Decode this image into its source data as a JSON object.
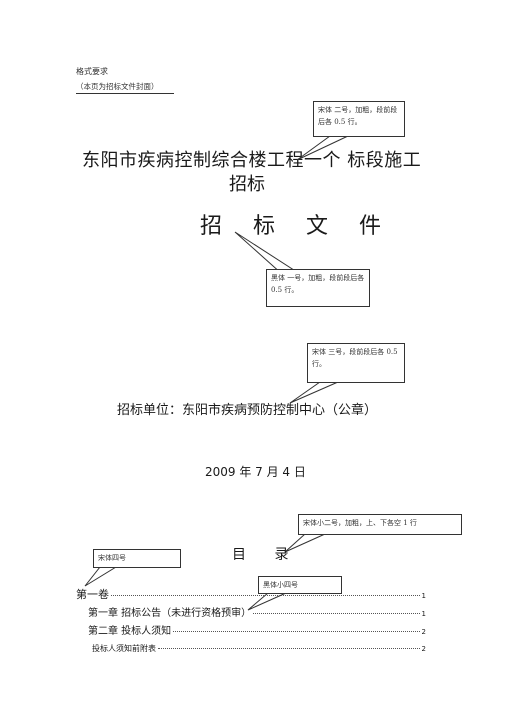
{
  "format": {
    "heading": "格式要求",
    "note": "（本页为招标文件封面）"
  },
  "cover": {
    "title_line1": "东阳市疾病控制综合楼工程一个      标段施工",
    "title_line2": "招标",
    "doc_title": "招 标 文 件",
    "owner": "招标单位：东阳市疾病预防控制中心（公章）",
    "date": "2009 年 7 月 4 日"
  },
  "annotations": {
    "a1": "宋体 二号，加粗，段前段后各 0.5 行。",
    "a2": "黑体 一号，加粗，段前段后各 0.5 行。",
    "a3": "宋体 三号，段前段后各 0.5 行。",
    "a4": "宋体小二号，加粗，上、下各空 1 行",
    "a5": "宋体四号",
    "a6": "黑体小四号"
  },
  "toc": {
    "title": "目 录",
    "entries": [
      {
        "label": "第一卷",
        "page": "1"
      },
      {
        "label": "第一章 招标公告（未进行资格预审）",
        "page": "1"
      },
      {
        "label": "第二章 投标人须知",
        "page": "2"
      },
      {
        "label": "投标人须知前附表",
        "page": "2"
      }
    ]
  }
}
